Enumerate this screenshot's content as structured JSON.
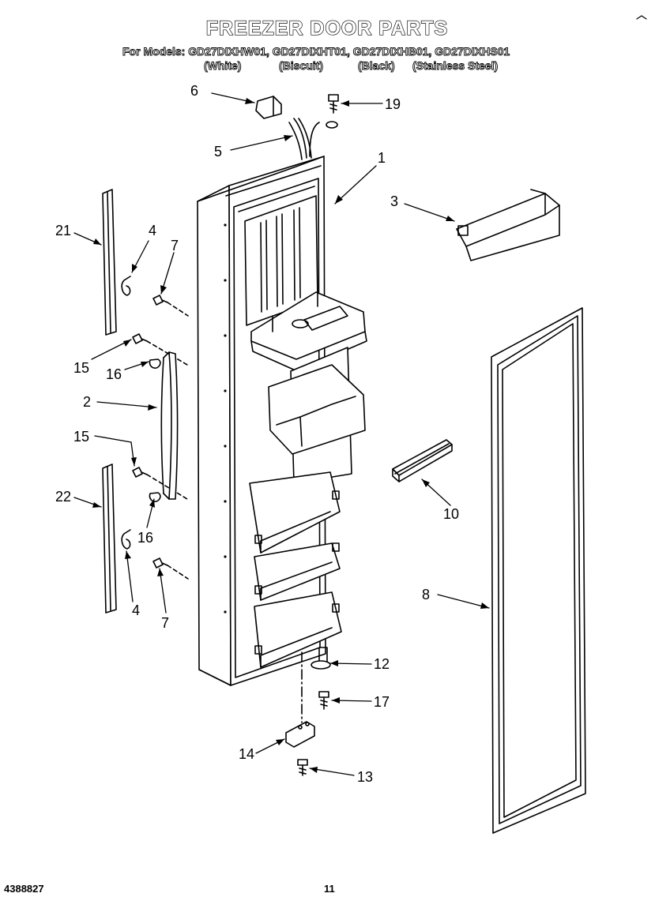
{
  "header": {
    "title": "FREEZER DOOR PARTS",
    "models_line": "For Models: GD27DIXHW01, GD27DIXHT01, GD27DIXHB01, GD27DIXHS01",
    "variants": [
      "(White)",
      "(Biscuit)",
      "(Black)",
      "(Stainless Steel)"
    ]
  },
  "callouts": [
    "6",
    "19",
    "5",
    "1",
    "3",
    "21",
    "4",
    "7",
    "15",
    "16",
    "2",
    "15",
    "22",
    "16",
    "4",
    "7",
    "10",
    "8",
    "12",
    "17",
    "14",
    "13"
  ],
  "footer": {
    "doc_number": "4388827",
    "page_number": "11"
  }
}
